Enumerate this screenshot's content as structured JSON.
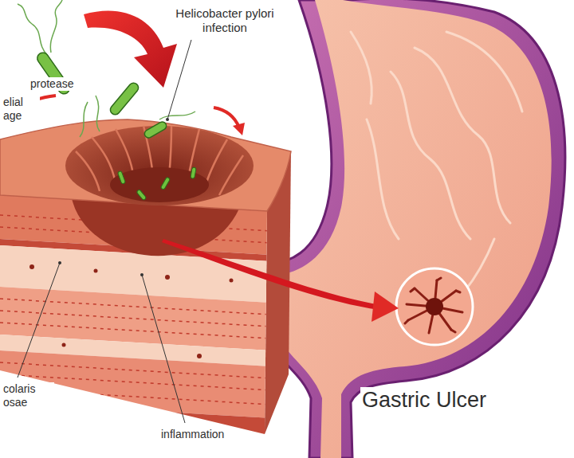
{
  "diagram": {
    "labels": [
      "Helicobacter pylori infection",
      "protease",
      "elial age",
      "colaris osae",
      "inflammation",
      "Gastric Ulcer"
    ]
  }
}
